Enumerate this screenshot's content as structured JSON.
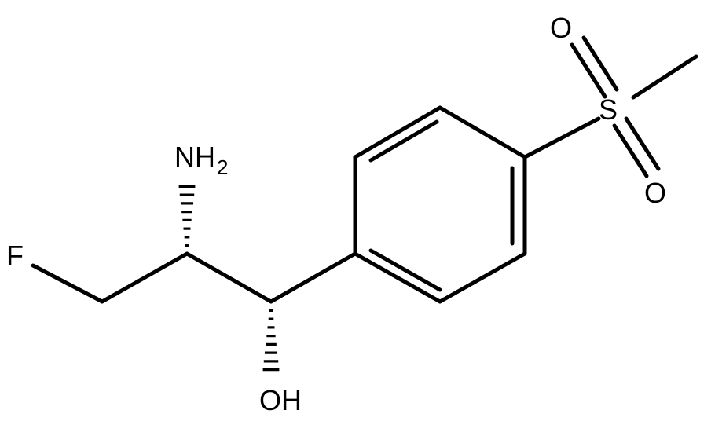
{
  "molecule": {
    "atoms": {
      "fluorine": "F",
      "amine_n": "N",
      "amine_h": "H",
      "amine_h_count": "2",
      "hydroxyl_o": "O",
      "hydroxyl_h": "H",
      "sulfur": "S",
      "sulfonyl_o_top": "O",
      "sulfonyl_o_bottom": "O"
    },
    "stereo": {
      "amine_bond": "hashed-wedge",
      "hydroxyl_bond": "hashed-wedge"
    },
    "colors": {
      "bond": "#000000",
      "label": "#000000",
      "background": "#ffffff"
    }
  }
}
